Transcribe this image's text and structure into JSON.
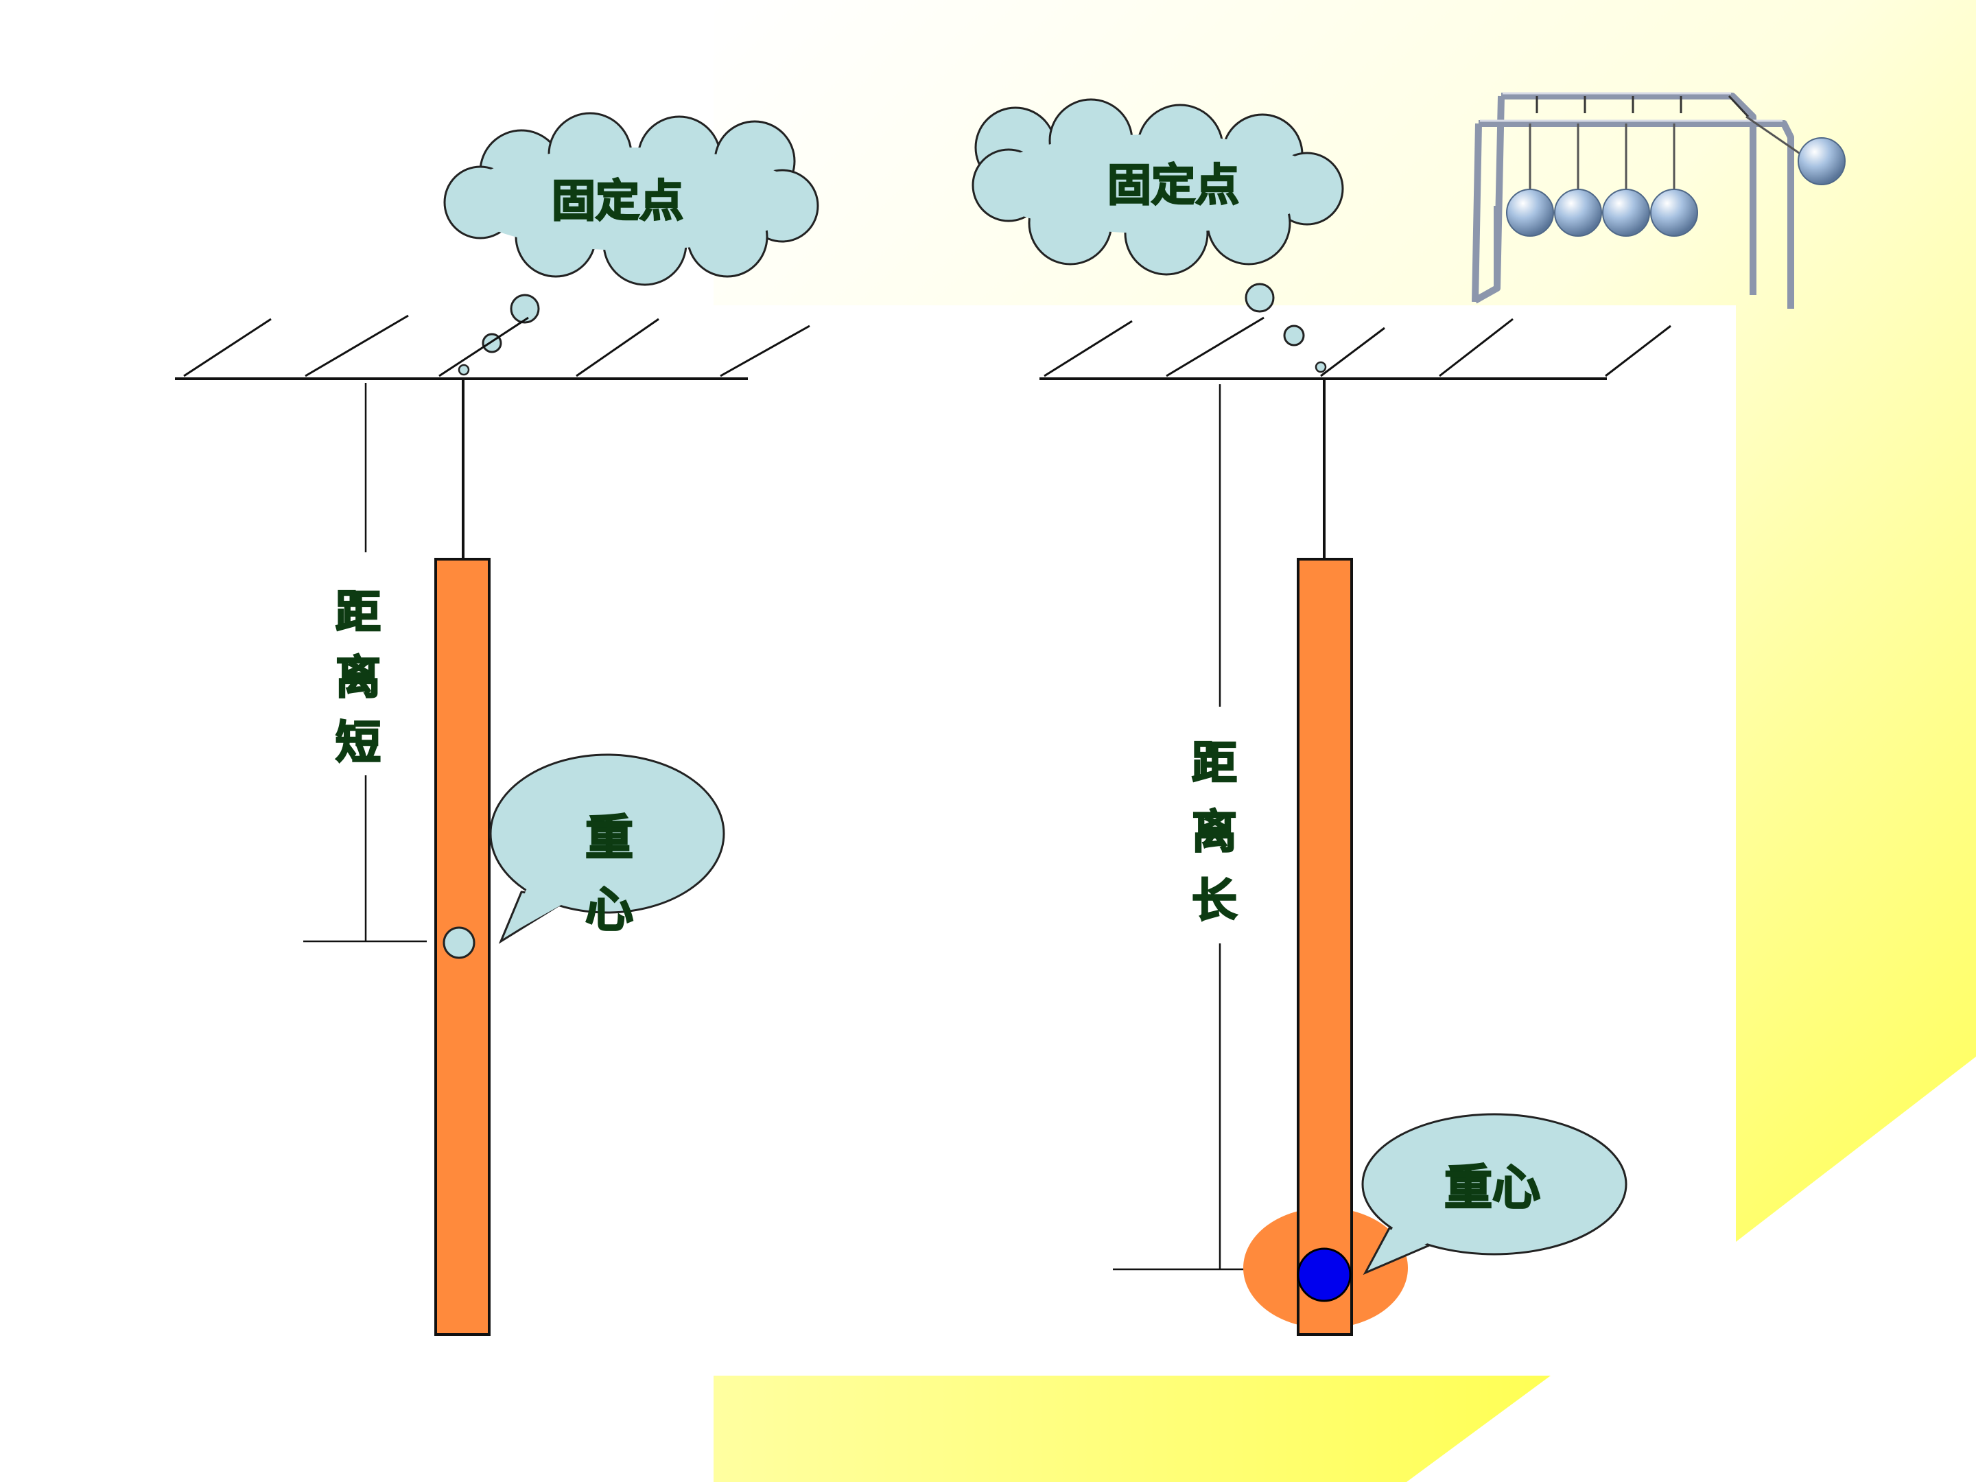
{
  "colors": {
    "rod": "#ff8a3c",
    "cloud": "#bde0e3",
    "text": "#0d3b12",
    "cg_highlight": "#ff8a3c",
    "cg_dot_right": "#0000ee",
    "background_accent": "#ffff66"
  },
  "left": {
    "cloud_label": "固定点",
    "distance_label": [
      "距",
      "离",
      "短"
    ],
    "cg_callout_label": [
      "重",
      "心"
    ]
  },
  "right": {
    "cloud_label": "固定点",
    "distance_label": [
      "距",
      "离",
      "长"
    ],
    "cg_callout_label": "重心"
  },
  "decoration": {
    "icon": "newtons-cradle-icon"
  }
}
